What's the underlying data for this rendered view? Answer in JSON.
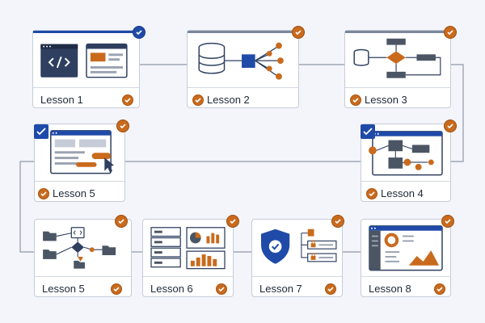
{
  "colors": {
    "accent_blue": "#1f4aa8",
    "accent_orange": "#c96a1d",
    "slate": "#4b5563",
    "line": "#9aa3b2"
  },
  "lessons": [
    {
      "label": "Lesson 1",
      "icon": "code-window-icon",
      "corner": "blue-check-circle"
    },
    {
      "label": "Lesson 2",
      "icon": "database-network-icon",
      "corner": "orange-check-circle"
    },
    {
      "label": "Lesson 3",
      "icon": "flowchart-icon",
      "corner": "orange-check-circle"
    },
    {
      "label": "Lesson 4",
      "icon": "process-flow-window-icon",
      "corner": "blue-check-square"
    },
    {
      "label": "Lesson 5",
      "icon": "browser-click-icon",
      "corner": "blue-check-square"
    },
    {
      "label": "Lesson 5",
      "icon": "file-workflow-icon",
      "corner": "orange-check-circle"
    },
    {
      "label": "Lesson 6",
      "icon": "server-analytics-icon",
      "corner": "orange-check-circle"
    },
    {
      "label": "Lesson 7",
      "icon": "security-shield-icon",
      "corner": "orange-check-circle"
    },
    {
      "label": "Lesson 8",
      "icon": "dashboard-window-icon",
      "corner": "orange-check-circle"
    }
  ]
}
